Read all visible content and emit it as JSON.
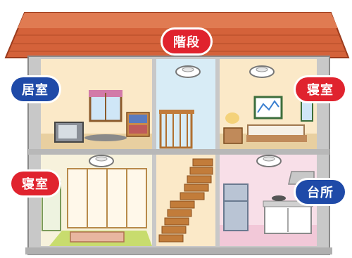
{
  "labels": {
    "stairs": "階段",
    "living_room": "居室",
    "bedroom_upper": "寝室",
    "bedroom_lower": "寝室",
    "kitchen": "台所"
  },
  "colors": {
    "red_label": "#e0232e",
    "blue_label": "#1f4aa8",
    "roof": "#d4623a",
    "wall_frame": "#c8c8c8"
  },
  "icons": {
    "smoke_alarm": "smoke-alarm-icon"
  }
}
